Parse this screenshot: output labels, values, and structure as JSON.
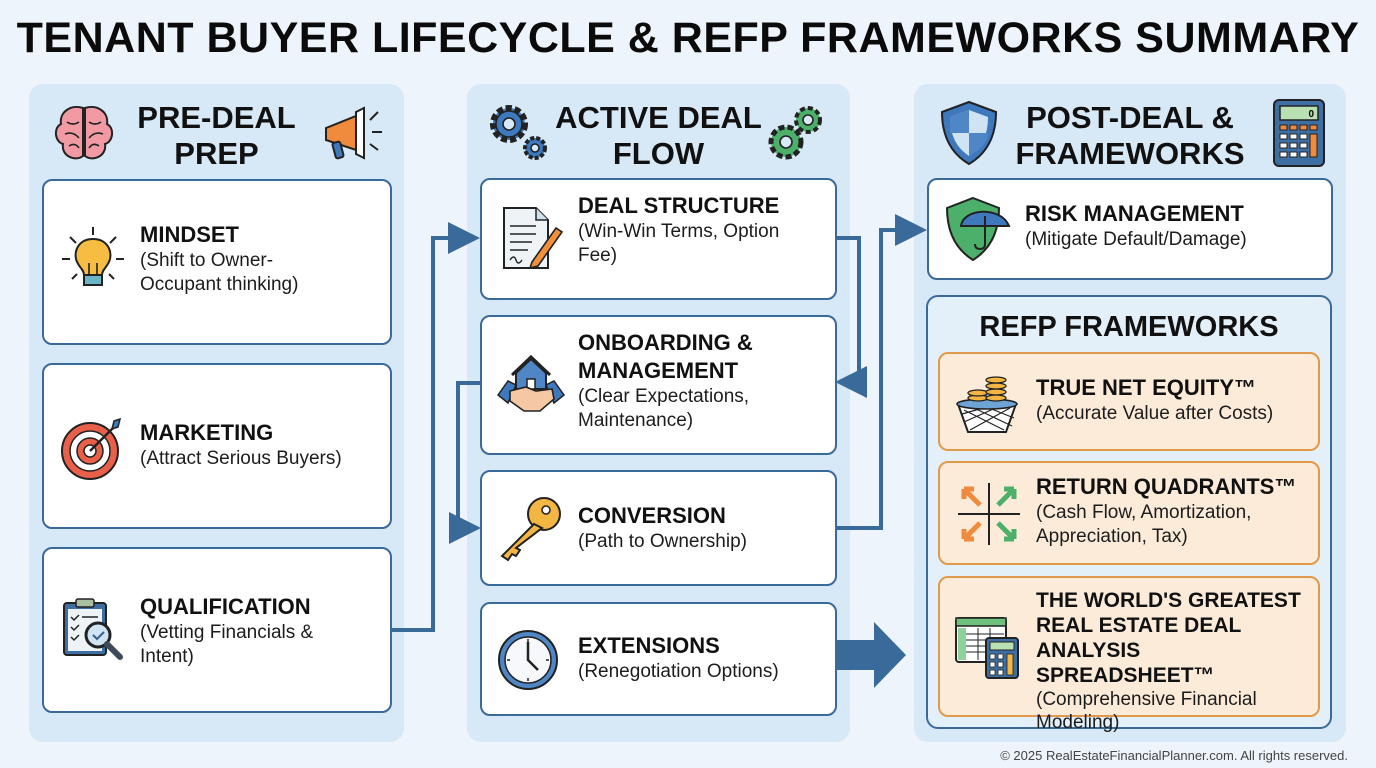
{
  "title": "TENANT BUYER LIFECYCLE & REFP FRAMEWORKS SUMMARY",
  "colors": {
    "panel": "#d7e8f7",
    "card_border": "#3a6a9a",
    "accent_orange": "#e19a4c",
    "arrow": "#3a6a9a"
  },
  "columns": [
    {
      "heading": "PRE-DEAL\nPREP",
      "icons": [
        "brain-icon",
        "megaphone-icon"
      ],
      "cards": [
        {
          "title": "MINDSET",
          "subtitle": "(Shift to Owner-\nOccupant thinking)",
          "icon": "lightbulb-icon"
        },
        {
          "title": "MARKETING",
          "subtitle": "(Attract Serious Buyers)",
          "icon": "target-icon"
        },
        {
          "title": "QUALIFICATION",
          "subtitle": "(Vetting Financials &\nIntent)",
          "icon": "clipboard-magnifier-icon"
        }
      ]
    },
    {
      "heading": "ACTIVE DEAL\nFLOW",
      "icons": [
        "gears-blue-icon",
        "gears-green-icon"
      ],
      "cards": [
        {
          "title": "DEAL STRUCTURE",
          "subtitle": "(Win-Win Terms, Option\nFee)",
          "icon": "contract-pen-icon"
        },
        {
          "title": "ONBOARDING &\nMANAGEMENT",
          "subtitle": "(Clear Expectations,\nMaintenance)",
          "icon": "house-handshake-icon"
        },
        {
          "title": "CONVERSION",
          "subtitle": "(Path to Ownership)",
          "icon": "key-icon"
        },
        {
          "title": "EXTENSIONS",
          "subtitle": "(Renegotiation Options)",
          "icon": "clock-icon"
        }
      ]
    },
    {
      "heading": "POST-DEAL &\nFRAMEWORKS",
      "icons": [
        "shield-icon",
        "calculator-icon"
      ],
      "cards": [
        {
          "title": "RISK MANAGEMENT",
          "subtitle": "(Mitigate Default/Damage)",
          "icon": "shield-umbrella-icon"
        }
      ],
      "refp": {
        "title": "REFP FRAMEWORKS",
        "items": [
          {
            "title": "TRUE NET EQUITY™",
            "subtitle": "(Accurate Value after Costs)",
            "icon": "coins-basket-icon"
          },
          {
            "title": "RETURN QUADRANTS™",
            "subtitle": "(Cash Flow, Amortization,\nAppreciation, Tax)",
            "icon": "quadrant-arrows-icon"
          },
          {
            "title": "THE WORLD'S GREATEST\nREAL ESTATE DEAL\nANALYSIS SPREADSHEET™",
            "subtitle": "(Comprehensive Financial\nModeling)",
            "icon": "spreadsheet-calculator-icon"
          }
        ]
      }
    }
  ],
  "calculator_display": "0",
  "footer": "© 2025 RealEstateFinancialPlanner.com. All rights reserved."
}
